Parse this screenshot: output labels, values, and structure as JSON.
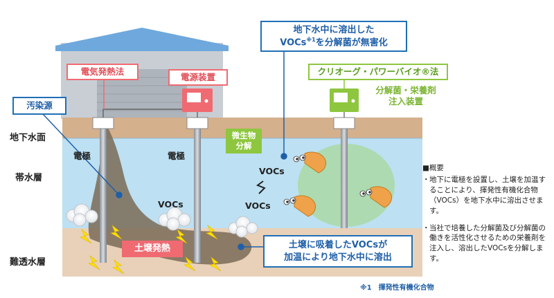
{
  "layers": {
    "groundwater_level": "地下水面",
    "aquifer": "帯水層",
    "aquitard": "難透水層"
  },
  "labels": {
    "electrode_left": "電極",
    "electrode_right": "電極",
    "vocs_left": "VOCs",
    "vocs_mid_upper": "VOCs",
    "vocs_mid_lower": "VOCs",
    "soil_heating": "土壌発熱",
    "microbial_decomposition": "微生物\n分解",
    "nutrient_device": "分解菌・栄養剤\n注入装置"
  },
  "callouts": {
    "electric_heating": "電気発熱法",
    "power_unit": "電源装置",
    "pollution_source": "汚染源",
    "bio_method": "クリオーグ・パワーバイオ®法",
    "dissolution_heating": "土壌に吸着したVOCsが\n加温により地下水中に溶出",
    "harmless_line1": "地下水中に溶出した",
    "harmless_line2_pre": "VOCs",
    "harmless_note_ref": "※1",
    "harmless_line2_post": "を分解菌が無害化"
  },
  "notes": {
    "heading": "■概要",
    "items": [
      "地下に電極を設置し、土壌を加温することにより、揮発性有機化合物（VOCs）を地下水中に溶出させます。",
      "当社で培養した分解菌及び分解菌の働きを活性化させるための栄養剤を注入し、溶出したVOCsを分解します。"
    ],
    "bullet": "・"
  },
  "footnote": "※1　揮発性有機化合物",
  "colors": {
    "sky": "#dfeaf3",
    "topsoil": "#d4b08c",
    "water": "#bde0f2",
    "aquitard": "#e8d1b8",
    "plume": "#7a6b57",
    "accent_blue": "#1f6fb6",
    "accent_red": "#f06a72",
    "accent_green": "#8ec63f"
  }
}
